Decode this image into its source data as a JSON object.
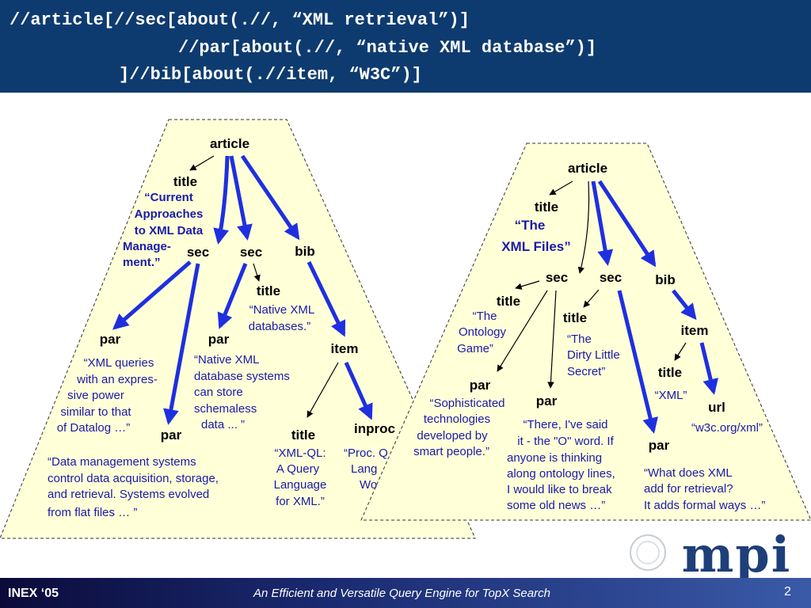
{
  "header": {
    "query_line1": "//article[//sec[about(.//, “XML retrieval”)]",
    "query_line2": "//par[about(.//, “native XML database”)]",
    "query_line3": "]//bib[about(.//item, “W3C”)]"
  },
  "tree1": {
    "article": "article",
    "title": "title",
    "sec1": "sec",
    "sec2": "sec",
    "bib": "bib",
    "title_text": [
      "“Current",
      "Approaches",
      "to XML Data",
      "Manage-",
      "ment.”"
    ],
    "sec2_title": "title",
    "sec2_title_text": [
      "“Native XML",
      "databases.”"
    ],
    "par1": "par",
    "par1_text": [
      "“XML queries",
      "with an expres-",
      "sive power",
      "similar to that",
      "of Datalog …”"
    ],
    "par2": "par",
    "par2_text": [
      "“Native XML",
      "database systems",
      "can store",
      "schemaless",
      "data ... ”"
    ],
    "par3": "par",
    "par3_text": [
      "“Data management systems",
      "control data acquisition, storage,",
      "and retrieval. Systems evolved",
      "from flat files … ”"
    ],
    "item": "item",
    "item_title": "title",
    "item_title_text": [
      "“XML-QL:",
      "A Query",
      "Language",
      "for XML.”"
    ],
    "inproc": "inproc",
    "inproc_text": [
      "“Proc. Q",
      "Lang",
      "Wo"
    ]
  },
  "tree2": {
    "article": "article",
    "title": "title",
    "title_text1": "“The",
    "title_text2": "XML Files”",
    "sec1": "sec",
    "sec2": "sec",
    "bib": "bib",
    "sec1_title": "title",
    "sec1_title_text": [
      "“The",
      "Ontology",
      "Game”"
    ],
    "sec2_title": "title",
    "sec2_title_text": [
      "“The",
      "Dirty Little",
      "Secret”"
    ],
    "par1": "par",
    "par1_text": [
      "“Sophisticated",
      "technologies",
      "developed by",
      "smart people.”"
    ],
    "par2": "par",
    "par2_text": [
      "“There, I've said",
      "it - the \"O\" word. If",
      "anyone is thinking",
      "along ontology lines,",
      "I would like to break",
      "some old news …”"
    ],
    "par3": "par",
    "par3_text": [
      "“What does XML",
      "add for retrieval?",
      "It adds formal ways …”"
    ],
    "item": "item",
    "item_title": "title",
    "item_title_text": "“XML”",
    "url": "url",
    "url_text": "“w3c.org/xml”"
  },
  "footer": {
    "left": "INEX ‘05",
    "center": "An Efficient and Versatile Query Engine for TopX Search",
    "page": "2",
    "logo": "mpi"
  },
  "colors": {
    "header_bg": "#0e3b6f",
    "tree_fill": "#ffffd8",
    "arrow_blue": "#1f2fe0",
    "text_blue": "#1a1aaa"
  }
}
